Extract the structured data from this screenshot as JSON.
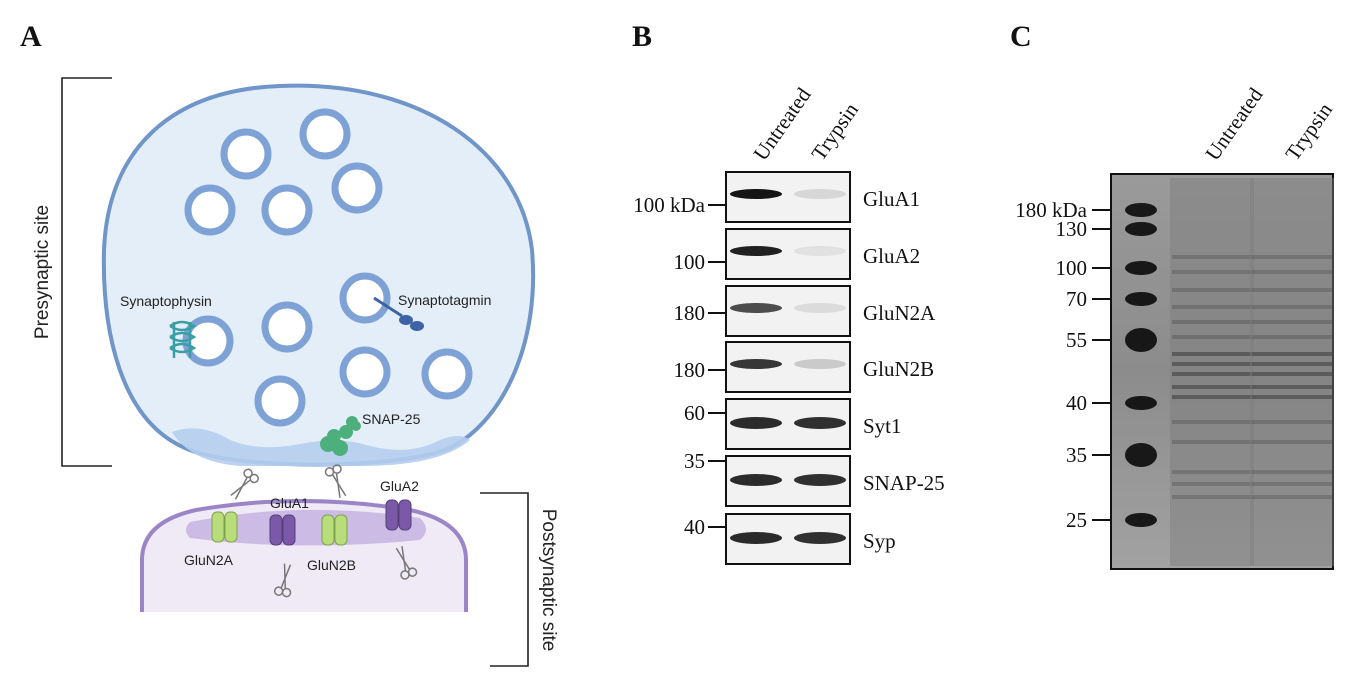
{
  "panels": {
    "a": "A",
    "b": "B",
    "c": "C"
  },
  "panel_a": {
    "presynaptic_label": "Presynaptic site",
    "postsynaptic_label": "Postsynaptic site",
    "presynaptic_proteins": [
      "Synaptophysin",
      "Synaptotagmin",
      "SNAP-25"
    ],
    "postsynaptic_receptors": [
      "GluN2A",
      "GluA1",
      "GluN2B",
      "GluA2"
    ]
  },
  "panel_b": {
    "lanes": [
      "Untreated",
      "Trypsin"
    ],
    "blots": [
      {
        "marker": "100 kDa",
        "protein": "GluA1"
      },
      {
        "marker": "100",
        "protein": "GluA2"
      },
      {
        "marker": "180",
        "protein": "GluN2A"
      },
      {
        "marker": "180",
        "protein": "GluN2B"
      },
      {
        "marker": "60",
        "protein": "Syt1"
      },
      {
        "marker": "35",
        "protein": "SNAP-25"
      },
      {
        "marker": "40",
        "protein": "Syp"
      }
    ]
  },
  "panel_c": {
    "lanes": [
      "Untreated",
      "Trypsin"
    ],
    "markers": [
      "180 kDa",
      "130",
      "100",
      "70",
      "55",
      "40",
      "35",
      "25"
    ]
  },
  "colors": {
    "presynaptic_fill": "#e3eef9",
    "presynaptic_stroke": "#6f95c9",
    "vesicle": "#a9c3e8",
    "postsynaptic_fill": "#efeaf6",
    "postsynaptic_stroke": "#9a86c6",
    "glun": "#b8dd7a",
    "glua": "#7b58a8",
    "snap25": "#4caf7c",
    "synaptotagmin": "#3d63a6",
    "synaptophysin": "#3a9ea5"
  }
}
